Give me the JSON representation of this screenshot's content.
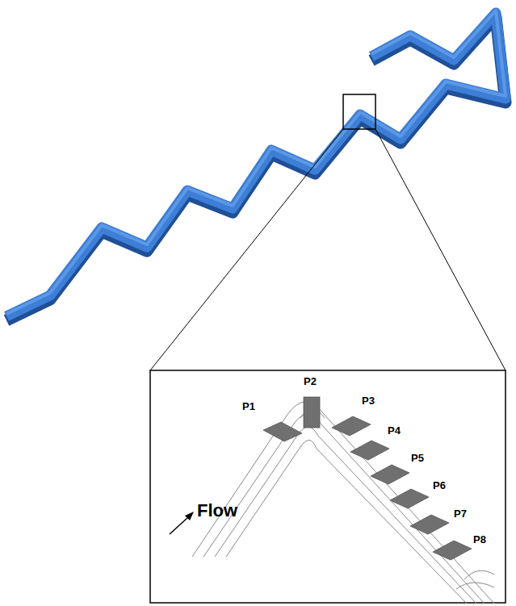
{
  "diagram": {
    "labels": [
      "P1",
      "P2",
      "P3",
      "P4",
      "P5",
      "P6",
      "P7",
      "P8",
      "Flow"
    ]
  }
}
